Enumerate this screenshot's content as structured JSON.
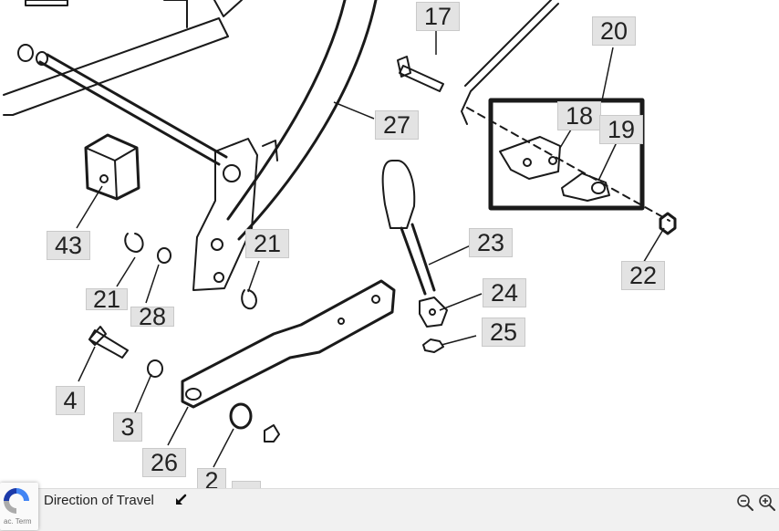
{
  "diagram": {
    "callouts": [
      "17",
      "20",
      "27",
      "18",
      "19",
      "43",
      "21",
      "23",
      "22",
      "24",
      "21",
      "28",
      "25",
      "4",
      "3",
      "26",
      "2"
    ]
  },
  "caption": {
    "text": "Direction of Travel",
    "arrow_icon": "arrow-down-left-icon"
  },
  "recaptcha": {
    "icon": "recaptcha-logo-icon",
    "privacy_text": "ac. Term"
  },
  "toolbar": {
    "zoom_out_icon": "zoom-out-icon",
    "zoom_in_icon": "zoom-in-icon"
  }
}
